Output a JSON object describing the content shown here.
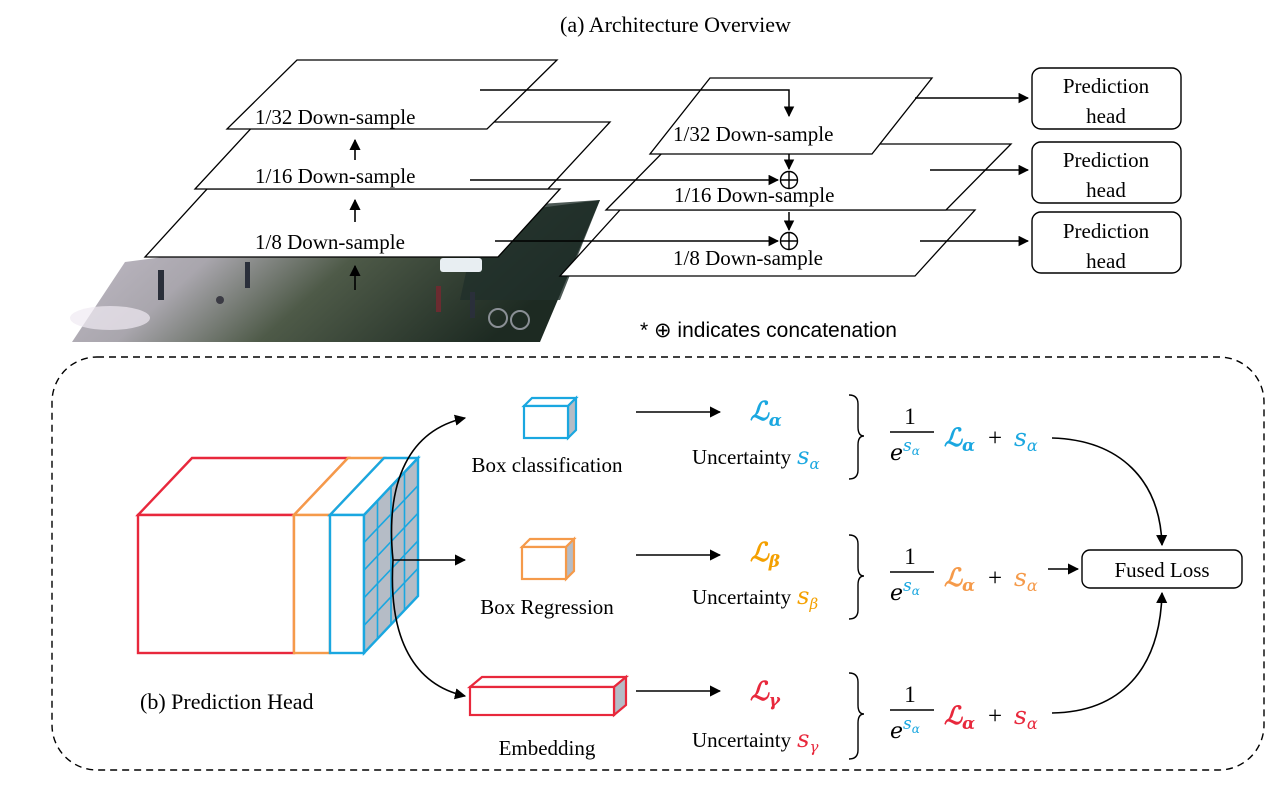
{
  "titles": {
    "overview": "(a)  Architecture Overview",
    "head": "(b)  Prediction Head"
  },
  "backbone": {
    "layers": [
      "1/32 Down-sample",
      "1/16 Down-sample",
      "1/8 Down-sample"
    ]
  },
  "fpn": {
    "layers": [
      "1/32 Down-sample",
      "1/16 Down-sample",
      "1/8 Down-sample"
    ],
    "concat_symbol": "⊕"
  },
  "prediction_heads": [
    {
      "line1": "Prediction",
      "line2": "head"
    },
    {
      "line1": "Prediction",
      "line2": "head"
    },
    {
      "line1": "Prediction",
      "line2": "head"
    }
  ],
  "concat_note": "* ⊕ indicates concatenation",
  "branches": [
    {
      "label": "Box classification",
      "color": "#1aa7e0",
      "loss_symbol": "ℒ",
      "loss_sub": "α",
      "uncertainty_label": "Uncertainty",
      "s_symbol": "s",
      "s_sub": "α",
      "frac_num": "1",
      "frac_den_base": "e",
      "frac_den_exp": "s",
      "frac_den_exp_sub": "α",
      "term_loss": "ℒ",
      "term_loss_sub": "α",
      "plus": "+",
      "term_s": "s",
      "term_s_sub": "α"
    },
    {
      "label": "Box Regression",
      "color": "#f59a4a",
      "loss_color": "#f4a000",
      "loss_symbol": "ℒ",
      "loss_sub": "β",
      "uncertainty_label": "Uncertainty",
      "s_symbol": "s",
      "s_sub": "β",
      "frac_num": "1",
      "frac_den_base": "e",
      "frac_den_exp": "s",
      "frac_den_exp_sub": "α",
      "term_loss": "ℒ",
      "term_loss_sub": "α",
      "plus": "+",
      "term_s": "s",
      "term_s_sub": "α"
    },
    {
      "label": "Embedding",
      "color": "#e8283c",
      "loss_symbol": "ℒ",
      "loss_sub": "γ",
      "uncertainty_label": "Uncertainty",
      "s_symbol": "s",
      "s_sub": "γ",
      "frac_num": "1",
      "frac_den_base": "e",
      "frac_den_exp": "s",
      "frac_den_exp_sub": "α",
      "term_loss": "ℒ",
      "term_loss_sub": "α",
      "plus": "+",
      "term_s": "s",
      "term_s_sub": "α"
    }
  ],
  "fused_loss": "Fused Loss",
  "colors": {
    "cyan": "#1aa7e0",
    "orange": "#f59a4a",
    "red": "#e8283c",
    "grid_fill": "#b5bcc6"
  }
}
